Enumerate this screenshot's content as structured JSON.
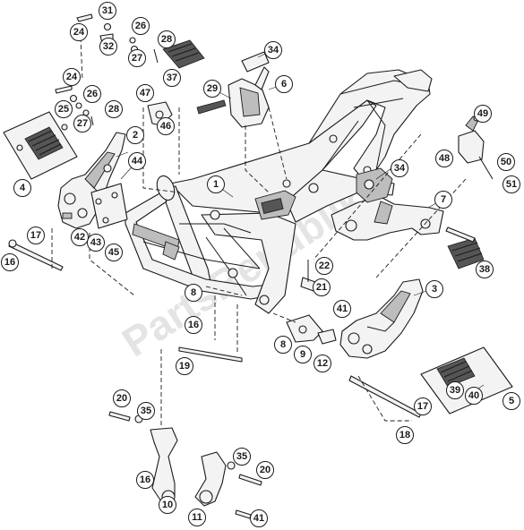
{
  "watermark": "PartsRepublik",
  "callouts": [
    {
      "id": "c1",
      "label": "1"
    },
    {
      "id": "c2",
      "label": "2"
    },
    {
      "id": "c3",
      "label": "3"
    },
    {
      "id": "c4",
      "label": "4"
    },
    {
      "id": "c5",
      "label": "5"
    },
    {
      "id": "c6",
      "label": "6"
    },
    {
      "id": "c7",
      "label": "7"
    },
    {
      "id": "c8a",
      "label": "8"
    },
    {
      "id": "c8b",
      "label": "8"
    },
    {
      "id": "c9",
      "label": "9"
    },
    {
      "id": "c10",
      "label": "10"
    },
    {
      "id": "c11",
      "label": "11"
    },
    {
      "id": "c12",
      "label": "12"
    },
    {
      "id": "c16a",
      "label": "16"
    },
    {
      "id": "c16b",
      "label": "16"
    },
    {
      "id": "c16c",
      "label": "16"
    },
    {
      "id": "c17a",
      "label": "17"
    },
    {
      "id": "c17b",
      "label": "17"
    },
    {
      "id": "c18",
      "label": "18"
    },
    {
      "id": "c19",
      "label": "19"
    },
    {
      "id": "c20a",
      "label": "20"
    },
    {
      "id": "c20b",
      "label": "20"
    },
    {
      "id": "c21",
      "label": "21"
    },
    {
      "id": "c22",
      "label": "22"
    },
    {
      "id": "c24a",
      "label": "24"
    },
    {
      "id": "c24b",
      "label": "24"
    },
    {
      "id": "c25",
      "label": "25"
    },
    {
      "id": "c26a",
      "label": "26"
    },
    {
      "id": "c26b",
      "label": "26"
    },
    {
      "id": "c27a",
      "label": "27"
    },
    {
      "id": "c27b",
      "label": "27"
    },
    {
      "id": "c28a",
      "label": "28"
    },
    {
      "id": "c28b",
      "label": "28"
    },
    {
      "id": "c29",
      "label": "29"
    },
    {
      "id": "c31",
      "label": "31"
    },
    {
      "id": "c32",
      "label": "32"
    },
    {
      "id": "c34a",
      "label": "34"
    },
    {
      "id": "c34b",
      "label": "34"
    },
    {
      "id": "c35a",
      "label": "35"
    },
    {
      "id": "c35b",
      "label": "35"
    },
    {
      "id": "c37",
      "label": "37"
    },
    {
      "id": "c38",
      "label": "38"
    },
    {
      "id": "c39",
      "label": "39"
    },
    {
      "id": "c40",
      "label": "40"
    },
    {
      "id": "c41a",
      "label": "41"
    },
    {
      "id": "c41b",
      "label": "41"
    },
    {
      "id": "c42",
      "label": "42"
    },
    {
      "id": "c43",
      "label": "43"
    },
    {
      "id": "c44",
      "label": "44"
    },
    {
      "id": "c45",
      "label": "45"
    },
    {
      "id": "c46",
      "label": "46"
    },
    {
      "id": "c47",
      "label": "47"
    },
    {
      "id": "c48",
      "label": "48"
    },
    {
      "id": "c49",
      "label": "49"
    },
    {
      "id": "c50",
      "label": "50"
    },
    {
      "id": "c51",
      "label": "51"
    }
  ]
}
